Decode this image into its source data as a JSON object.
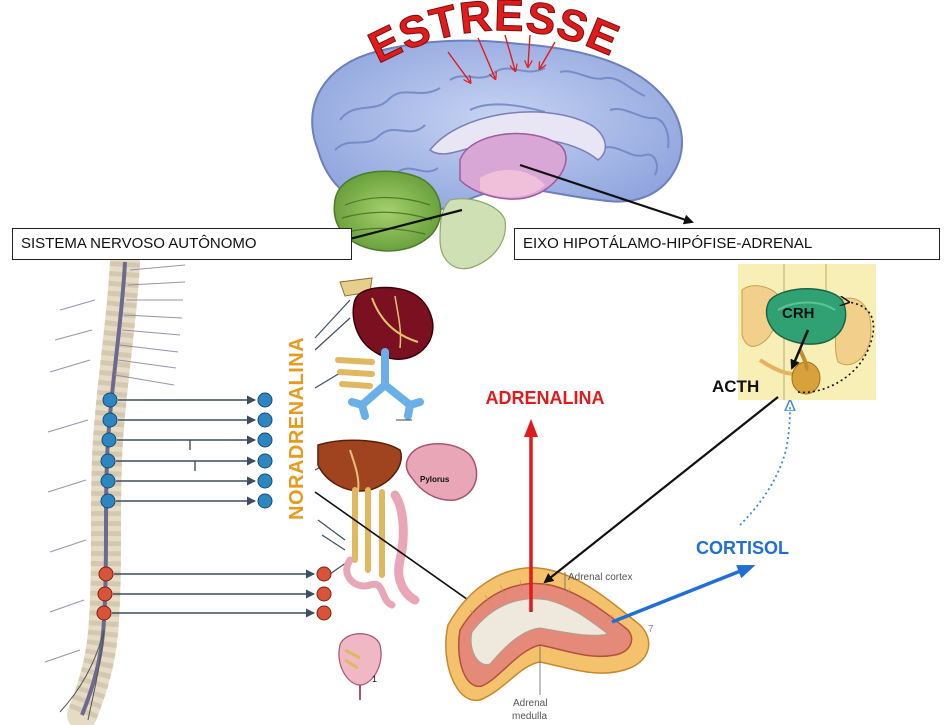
{
  "title": "ESTRESSE",
  "labels": {
    "sna": "SISTEMA NERVOSO AUTÔNOMO",
    "hpa": "EIXO HIPOTÁLAMO-HIPÓFISE-ADRENAL",
    "noradrenalina": "NORADRENALINA",
    "adrenalina": "ADRENALINA",
    "cortisol": "CORTISOL",
    "crh": "CRH",
    "acth": "ACTH",
    "pylorus": "Pylorus",
    "adrenal_cortex": "Adrenal cortex",
    "adrenal_medulla_1": "Adrenal",
    "adrenal_medulla_2": "medulla",
    "figure_number": "1"
  },
  "colors": {
    "estresse": "#e01b1b",
    "noradrenalina": "#e89a1e",
    "adrenalina": "#e01b1b",
    "cortisol": "#1f6fd6",
    "acth_arrow": "#111111",
    "sympathetic_node": "#2e86c1",
    "parasympathetic_node": "#d9523a"
  }
}
